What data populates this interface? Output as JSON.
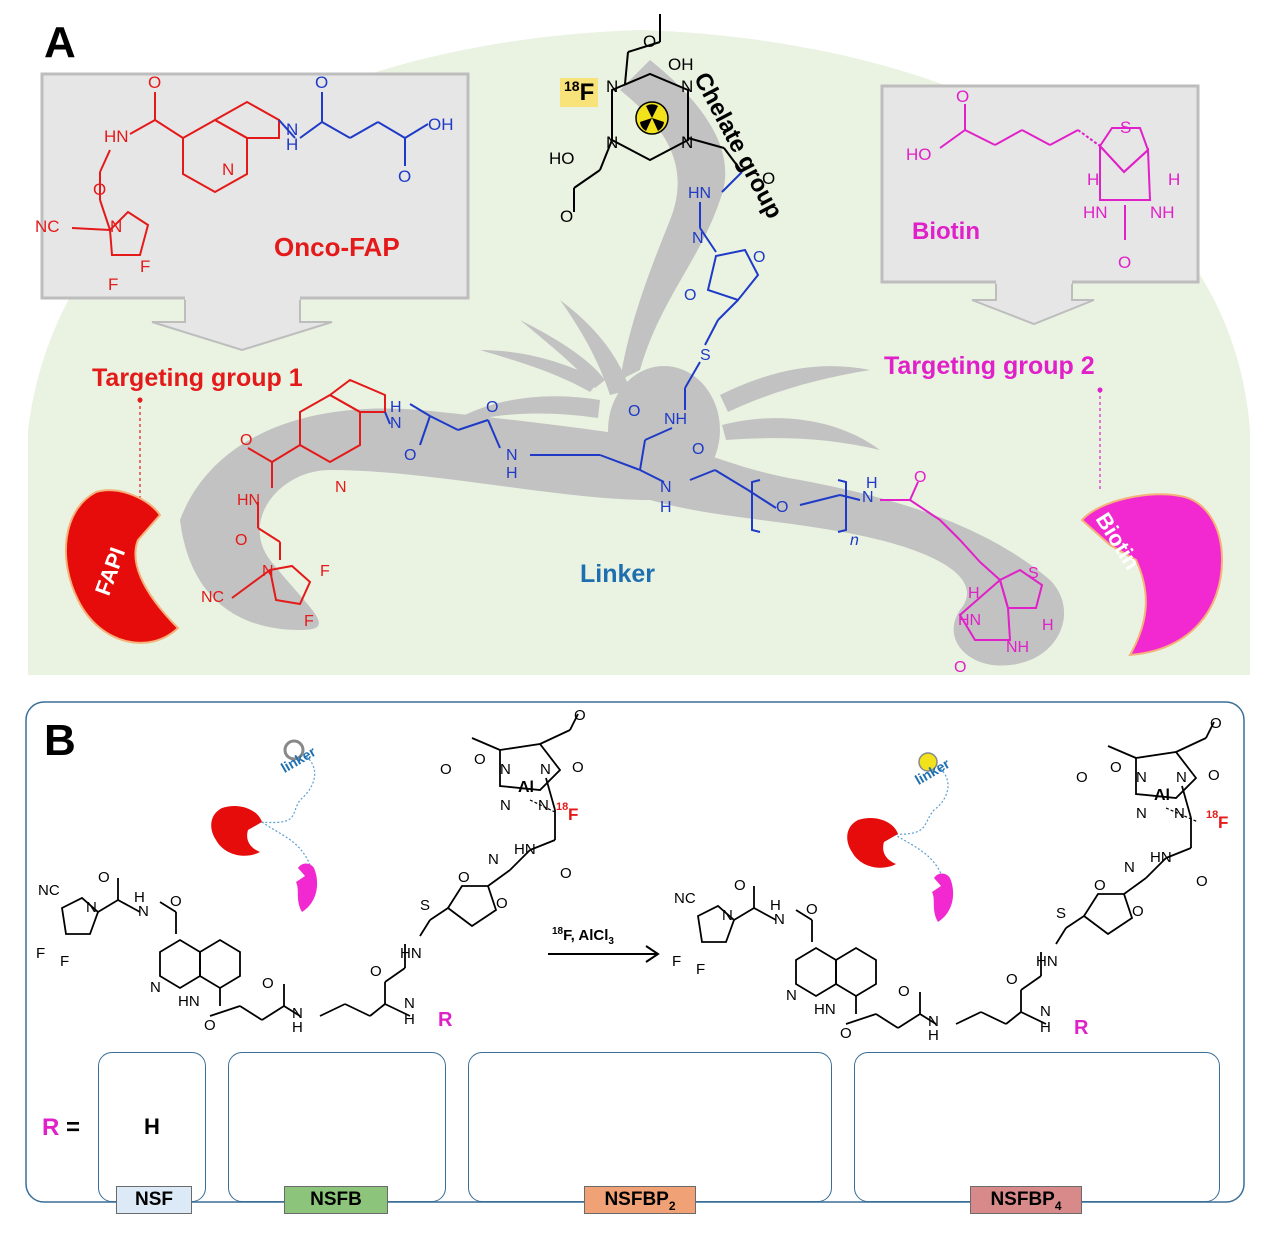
{
  "panel_a": {
    "letter": "A",
    "onco_fap_label": "Onco-FAP",
    "biotin_box_label": "Biotin",
    "chelate_label": "Chelate group",
    "f18_sup": "18",
    "f18_elem": "F",
    "targeting1": "Targeting group 1",
    "targeting2": "Targeting group 2",
    "linker": "Linker",
    "fapi_receptor": "FAPI",
    "biotin_receptor": "Biotin",
    "n_sub": "n",
    "colors": {
      "fap_red": "#e41a1a",
      "linker_blue": "#1f3ac6",
      "biotin_magenta": "#e020c8",
      "linker_label_blue": "#1e6fb0",
      "background_green": "#eaf3e2",
      "scorpion_gray": "#c2c2c2"
    }
  },
  "panel_b": {
    "letter": "B",
    "reaction_sup": "18",
    "reaction_text": "F, AlCl",
    "reaction_sub": "3",
    "linker_word": "linker",
    "al": "Al",
    "f18_sup": "18",
    "f18_elem": "F",
    "r_group": "R",
    "r_equals": "R =",
    "h_label": "H",
    "tags": [
      {
        "text": "NSF",
        "sub": "",
        "color": "#dce9f6"
      },
      {
        "text": "NSFB",
        "sub": "",
        "color": "#8cc47b"
      },
      {
        "text": "NSFBP",
        "sub": "2",
        "color": "#f0a276"
      },
      {
        "text": "NSFBP",
        "sub": "4",
        "color": "#d88a8a"
      }
    ],
    "peg_subs": [
      "2",
      "4"
    ]
  }
}
